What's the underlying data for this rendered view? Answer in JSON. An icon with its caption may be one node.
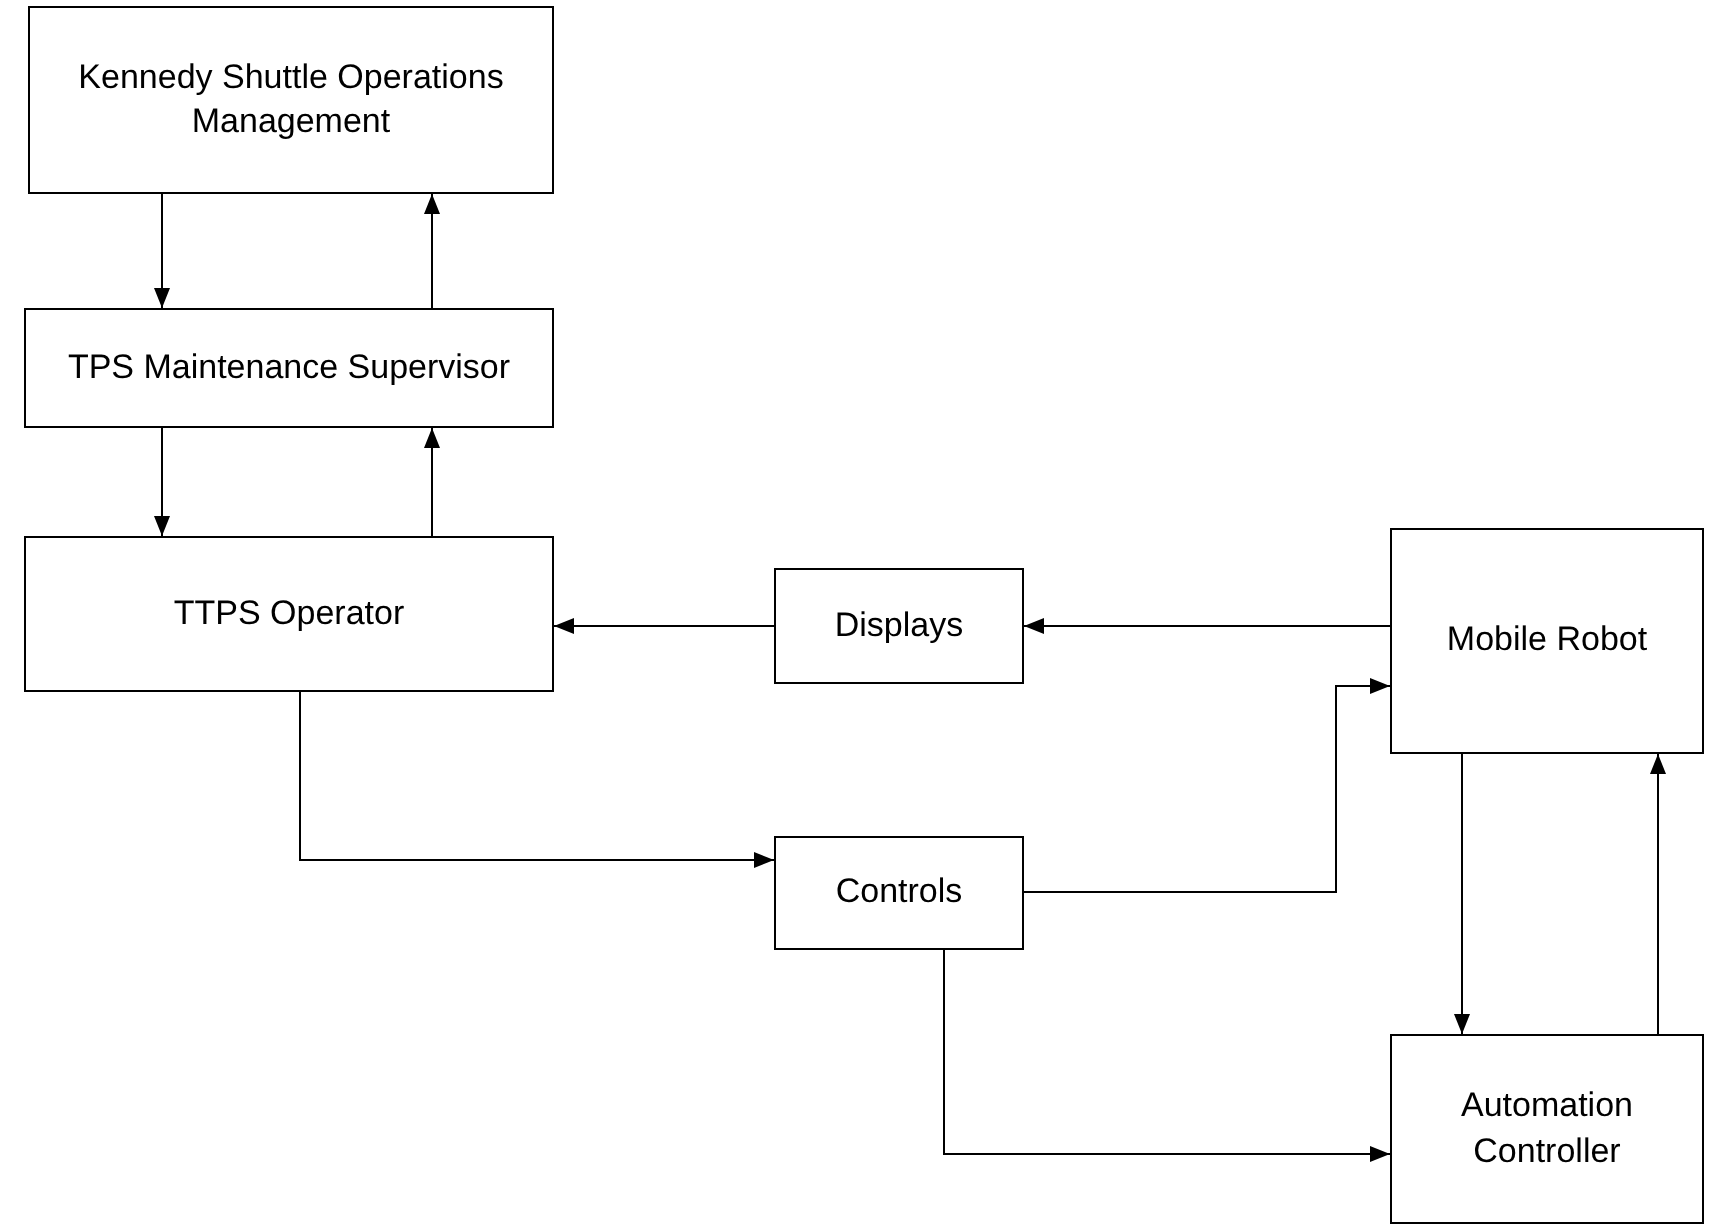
{
  "diagram": {
    "nodes": [
      {
        "text": [
          "Kennedy Shuttle Operations Management"
        ]
      },
      {
        "text": [
          "TPS Maintenance Supervisor"
        ]
      },
      {
        "text": [
          "TTPS Operator"
        ]
      },
      {
        "text": [
          "Displays"
        ]
      },
      {
        "text": [
          "Mobile Robot"
        ]
      },
      {
        "text": [
          "Controls"
        ]
      },
      {
        "text": [
          "Automation Controller"
        ]
      }
    ],
    "edges": [
      {
        "from": 0,
        "to": 1,
        "arrow": "to"
      },
      {
        "from": 1,
        "to": 0,
        "arrow": "to"
      },
      {
        "from": 1,
        "to": 2,
        "arrow": "to"
      },
      {
        "from": 2,
        "to": 1,
        "arrow": "to"
      },
      {
        "from": 3,
        "to": 2,
        "arrow": "to"
      },
      {
        "from": 4,
        "to": 3,
        "arrow": "to"
      },
      {
        "from": 2,
        "to": 5,
        "arrow": "to"
      },
      {
        "from": 5,
        "to": 4,
        "arrow": "to"
      },
      {
        "from": 4,
        "to": 6,
        "arrow": "to"
      },
      {
        "from": 6,
        "to": 4,
        "arrow": "to"
      },
      {
        "from": 5,
        "to": 6,
        "arrow": "to"
      }
    ]
  }
}
